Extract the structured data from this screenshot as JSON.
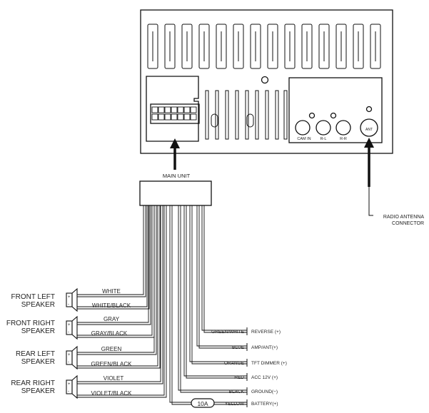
{
  "unit": {
    "main_label": "MAIN UNIT",
    "jacks": [
      "CAM IN",
      "R-L",
      "R-R",
      "ANT"
    ]
  },
  "antenna": {
    "line1": "RADIO ANTENNA",
    "line2": "CONNECTOR"
  },
  "speakers": [
    {
      "name1": "FRONT LEFT",
      "name2": "SPEAKER",
      "wire_pos": "WHITE",
      "wire_neg": "WHITE/BLACK"
    },
    {
      "name1": "FRONT RIGHT",
      "name2": "SPEAKER",
      "wire_pos": "GRAY",
      "wire_neg": "GRAY/BLACK"
    },
    {
      "name1": "REAR LEFT",
      "name2": "SPEAKER",
      "wire_pos": "GREEN",
      "wire_neg": "GREEN/BLACK"
    },
    {
      "name1": "REAR RIGHT",
      "name2": "SPEAKER",
      "wire_pos": "VIOLET",
      "wire_neg": "VIOLET/BLACK"
    }
  ],
  "power_wires": [
    {
      "color": "GREEN/WHITE",
      "function": "REVERSE (+)"
    },
    {
      "color": "BLUE",
      "function": "AMP/ANT(+)"
    },
    {
      "color": "ORANGE",
      "function": "TFT DIMMER (+)"
    },
    {
      "color": "RED",
      "function": "ACC 12V (+)"
    },
    {
      "color": "BLACK",
      "function": "GROUND(−)"
    },
    {
      "color": "YELLOW",
      "function": "BATTERY(+)"
    }
  ],
  "fuse": "10A"
}
